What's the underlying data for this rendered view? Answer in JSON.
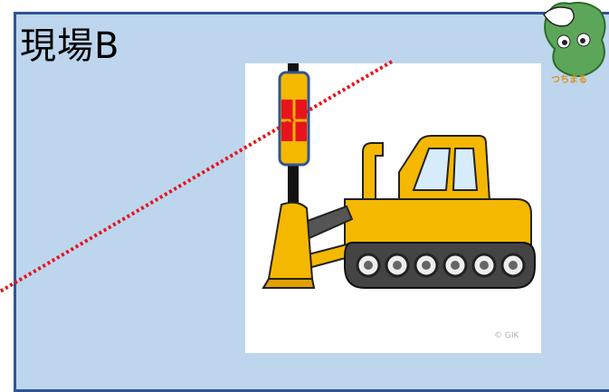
{
  "scene": {
    "title": "現場B",
    "copyright": "© GIK",
    "mascot_text": "つちまる"
  },
  "icons": [
    "bulldozer-icon",
    "gnss-receiver-icon",
    "mascot-icon"
  ],
  "colors": {
    "panel_bg": "#bdd6ee",
    "panel_border": "#2f5597",
    "laser_line": "#e8141b",
    "bulldozer_yellow": "#f5b800",
    "sensor_red": "#e8141b"
  }
}
